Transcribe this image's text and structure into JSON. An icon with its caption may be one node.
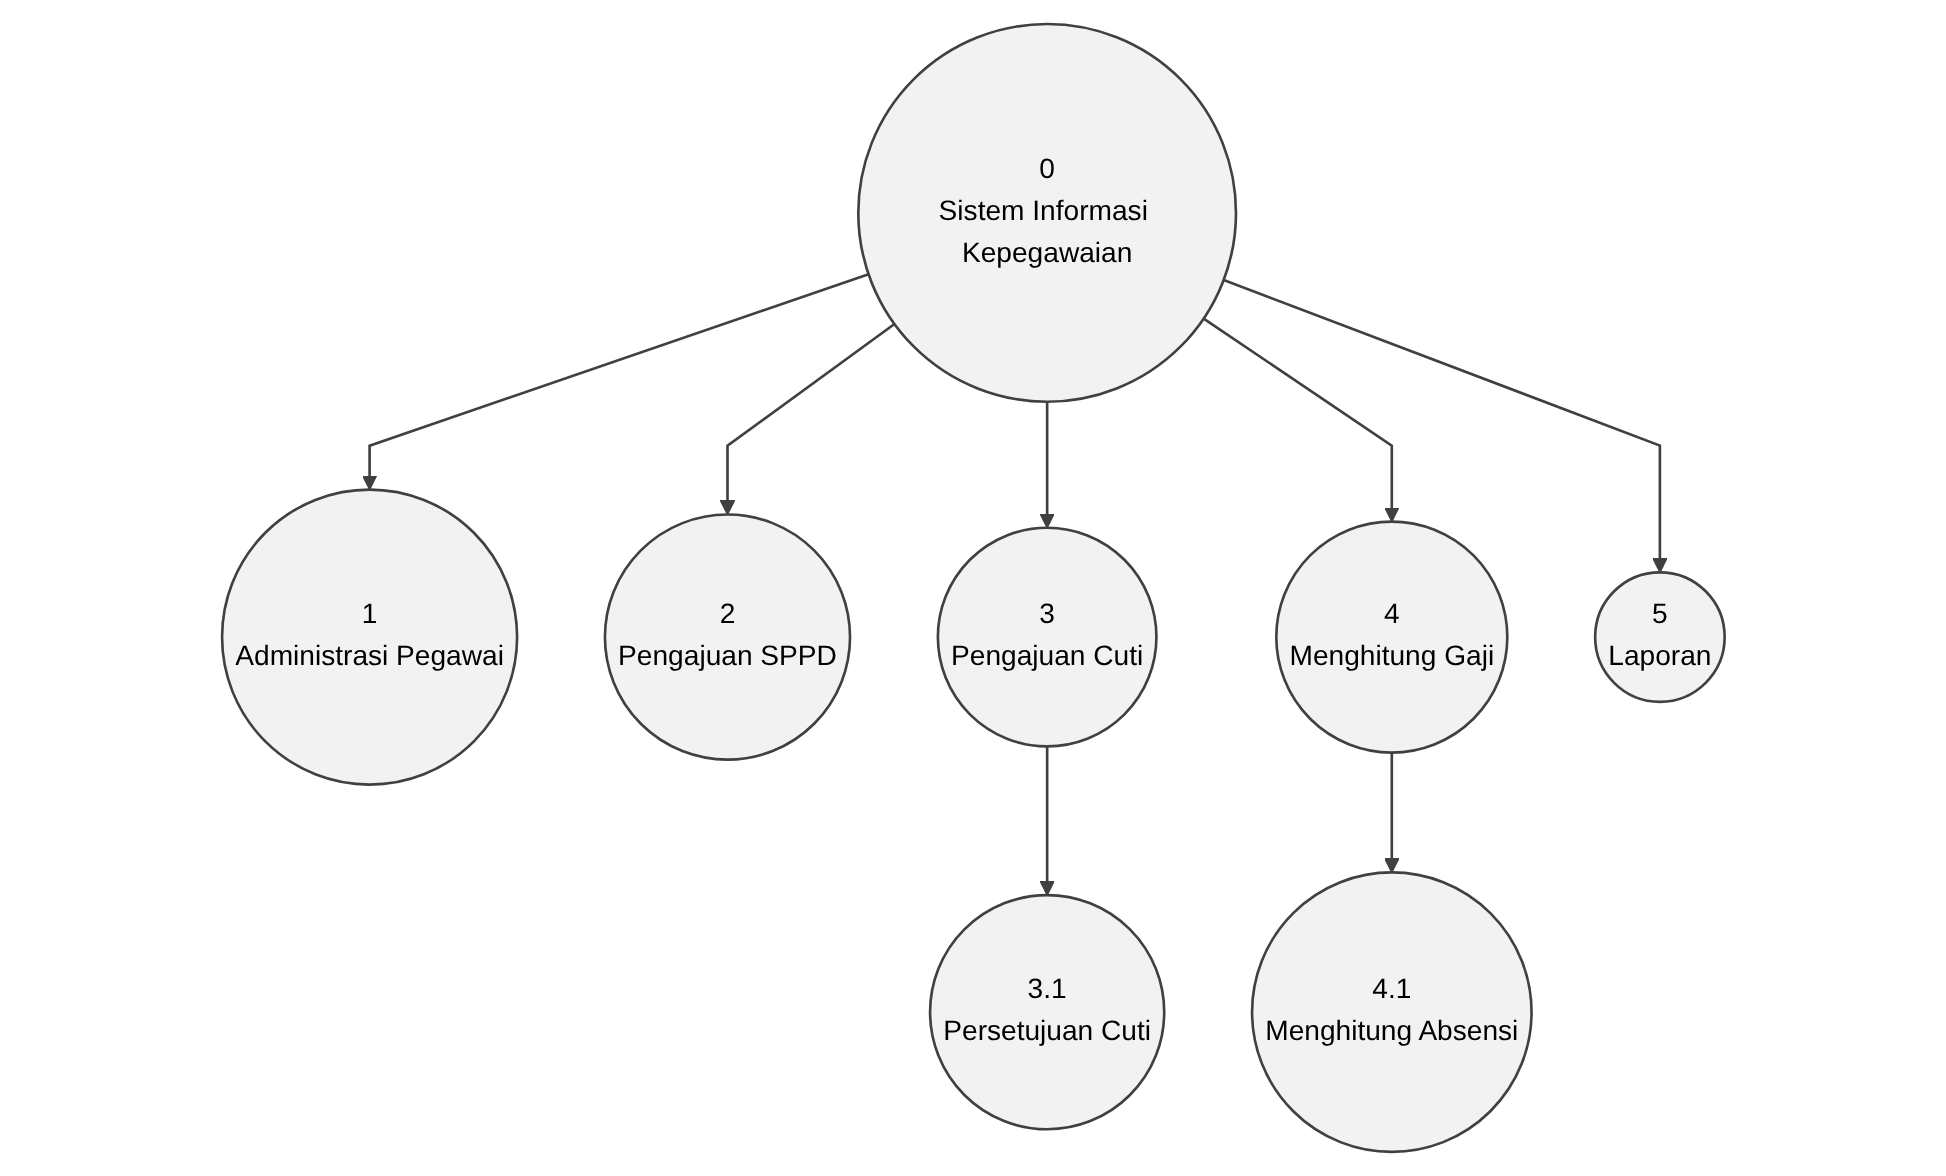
{
  "diagram": {
    "nodes": [
      {
        "text": [
          "0",
          "Sistem Informasi Kepegawaian"
        ]
      },
      {
        "text": [
          "1",
          "Administrasi Pegawai"
        ]
      },
      {
        "text": [
          "2",
          "Pengajuan SPPD"
        ]
      },
      {
        "text": [
          "3",
          "Pengajuan Cuti"
        ]
      },
      {
        "text": [
          "4",
          "Menghitung Gaji"
        ]
      },
      {
        "text": [
          "5",
          "Laporan"
        ]
      },
      {
        "text": [
          "3.1",
          "Persetujuan Cuti"
        ]
      },
      {
        "text": [
          "4.1",
          "Menghitung Absensi"
        ]
      }
    ],
    "edges": [
      {
        "from": 0,
        "to": 1,
        "arrow": "to"
      },
      {
        "from": 0,
        "to": 2,
        "arrow": "to"
      },
      {
        "from": 0,
        "to": 3,
        "arrow": "to"
      },
      {
        "from": 0,
        "to": 4,
        "arrow": "to"
      },
      {
        "from": 0,
        "to": 5,
        "arrow": "to"
      },
      {
        "from": 3,
        "to": 6,
        "arrow": "to"
      },
      {
        "from": 4,
        "to": 7,
        "arrow": "to"
      }
    ]
  }
}
